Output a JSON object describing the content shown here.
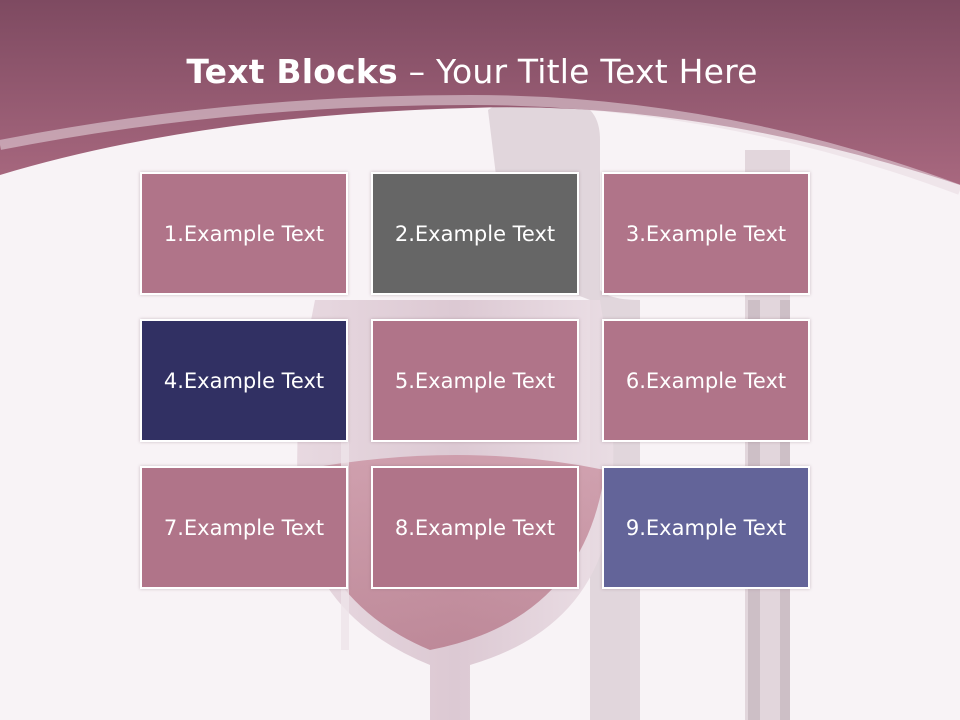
{
  "slide": {
    "title_bold": "Text Blocks",
    "title_rest": "– Your Title Text Here"
  },
  "colors": {
    "header": "#9a5a74",
    "block_default": "#b07489",
    "block_gray": "#666666",
    "block_navy": "#313063",
    "block_purple": "#636499"
  },
  "blocks": [
    {
      "label": "1.Example Text",
      "color": "#b07489"
    },
    {
      "label": "2.Example Text",
      "color": "#666666"
    },
    {
      "label": "3.Example Text",
      "color": "#b07489"
    },
    {
      "label": "4.Example Text",
      "color": "#313063"
    },
    {
      "label": "5.Example Text",
      "color": "#b07489"
    },
    {
      "label": "6.Example Text",
      "color": "#b07489"
    },
    {
      "label": "7.Example Text",
      "color": "#b07489"
    },
    {
      "label": "8.Example Text",
      "color": "#b07489"
    },
    {
      "label": "9.Example Text",
      "color": "#636499"
    }
  ]
}
